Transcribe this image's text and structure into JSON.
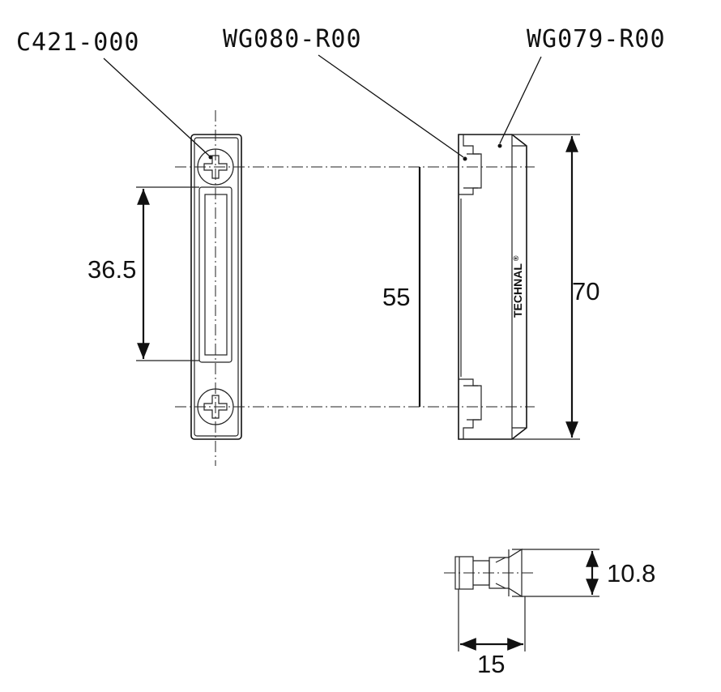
{
  "labels": {
    "part_left": "C421-000",
    "part_mid": "WG080-R00",
    "part_right": "WG079-R00"
  },
  "dimensions": {
    "slot_length": "36.5",
    "screw_spacing": "55",
    "overall_length": "70",
    "height": "10.8",
    "depth": "15"
  },
  "brand": {
    "name": "TECHNAL",
    "mark": "®"
  }
}
